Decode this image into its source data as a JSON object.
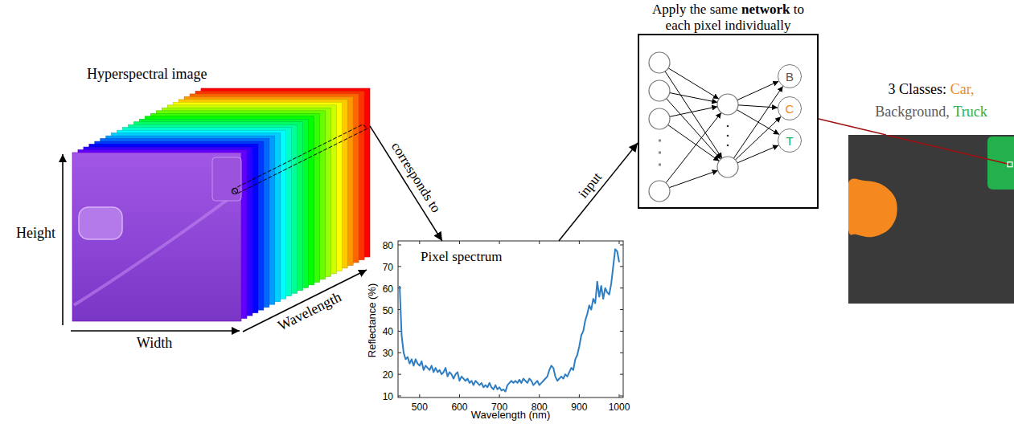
{
  "diagram": {
    "nodes": [
      {
        "text": [
          "Hyperspectral image"
        ]
      },
      {
        "text": [
          "Pixel spectrum"
        ]
      },
      {
        "text": [
          "Apply the same",
          "network",
          "to",
          "each pixel individually"
        ]
      },
      {
        "text": [
          "B"
        ],
        "in": 2
      },
      {
        "text": [
          "C"
        ],
        "in": 2
      },
      {
        "text": [
          "T"
        ],
        "in": 2
      },
      {
        "text": [
          "3 Classes:",
          "Car,",
          "Background,",
          "Truck"
        ]
      }
    ],
    "edges": [
      {
        "from": 0,
        "to": 1,
        "arrow": "to",
        "label": "corresponds to"
      },
      {
        "from": 1,
        "to": 2,
        "arrow": "to",
        "label": "input"
      },
      {
        "from": 2,
        "to": 6,
        "arrow": "none"
      }
    ],
    "labels": [
      "Height",
      "Width",
      "Wavelength",
      "Reflectance (%)",
      "80",
      "70",
      "60",
      "50",
      "40",
      "30",
      "20",
      "10",
      "500",
      "600",
      "700",
      "800",
      "900",
      "1000",
      "Wavelength (nm)"
    ]
  }
}
